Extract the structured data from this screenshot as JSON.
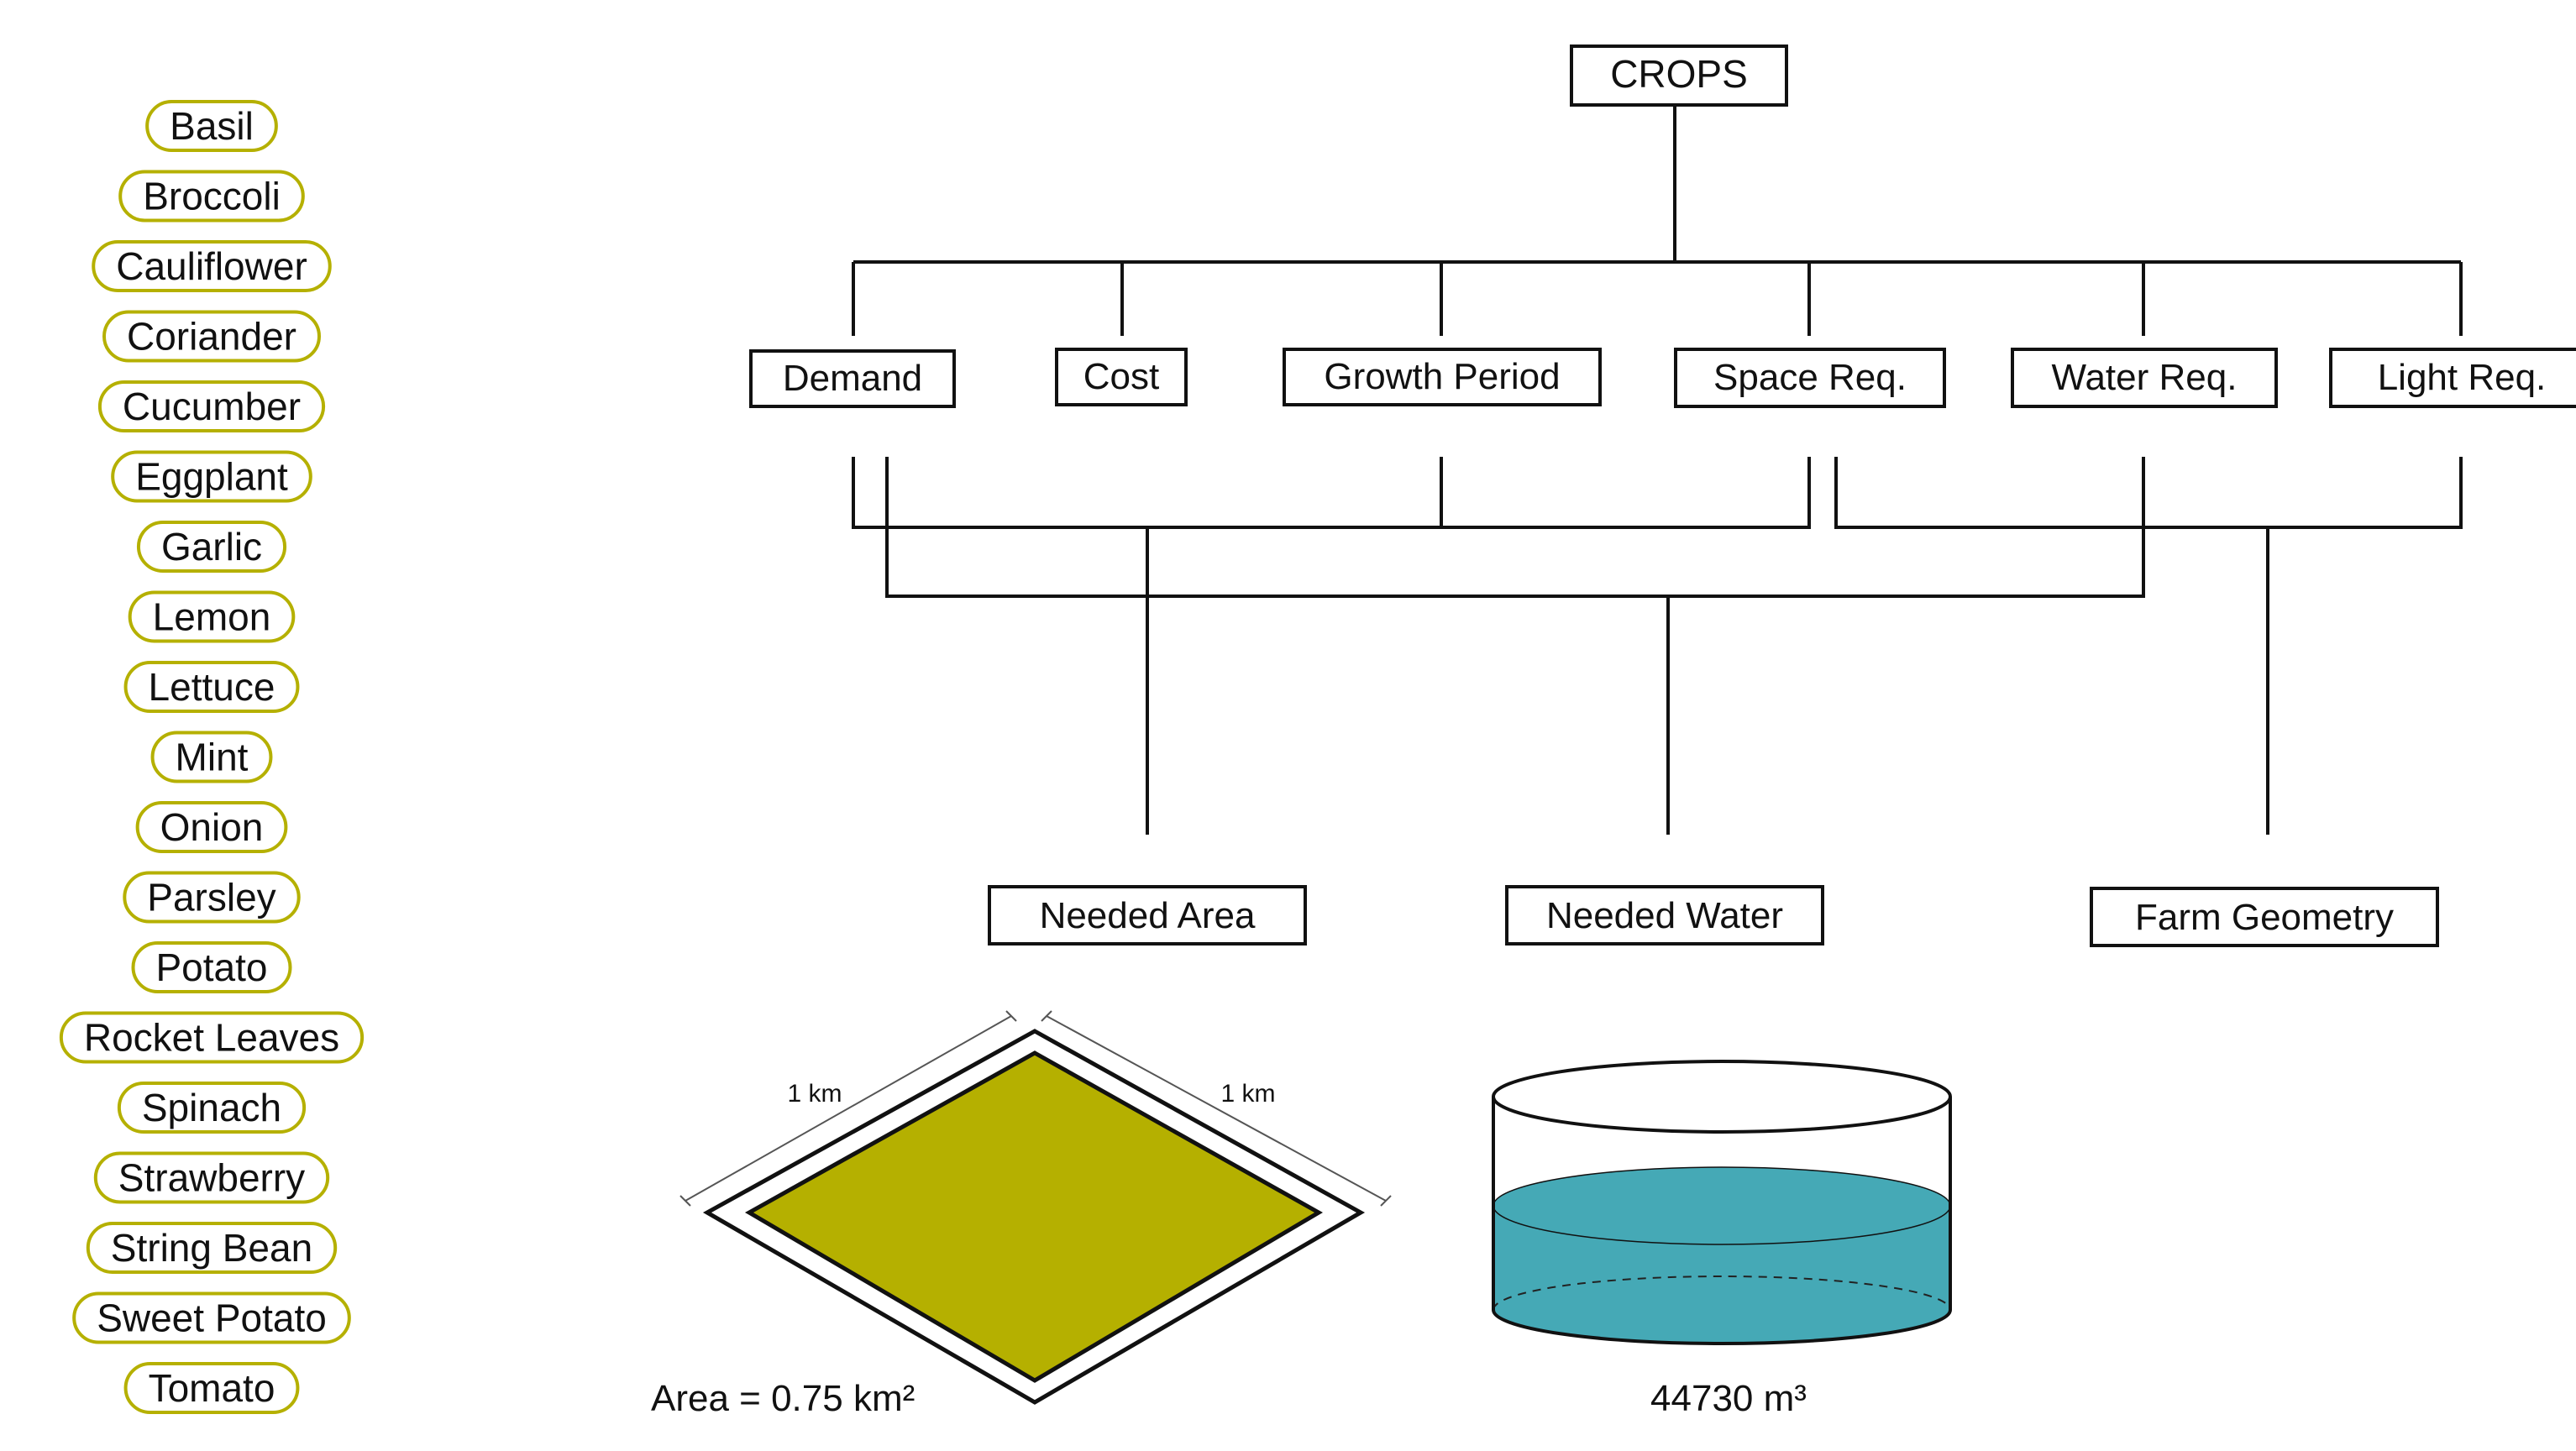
{
  "crops": [
    "Basil",
    "Broccoli",
    "Cauliflower",
    "Coriander",
    "Cucumber",
    "Eggplant",
    "Garlic",
    "Lemon",
    "Lettuce",
    "Mint",
    "Onion",
    "Parsley",
    "Potato",
    "Rocket Leaves",
    "Spinach",
    "Strawberry",
    "String Bean",
    "Sweet Potato",
    "Tomato"
  ],
  "tree": {
    "root": "CROPS",
    "factors": [
      "Demand",
      "Cost",
      "Growth Period",
      "Space Req.",
      "Water Req.",
      "Light Req."
    ],
    "outputs": [
      "Needed Area",
      "Needed Water",
      "Farm Geometry"
    ]
  },
  "area": {
    "side_a": "1 km",
    "side_b": "1 km",
    "result": "Area = 0.75 km²"
  },
  "water": {
    "result": "44730 m³"
  },
  "colors": {
    "pill_border": "#b5b000",
    "field": "#b5b000",
    "water": "#45a9b6",
    "line": "#111111"
  }
}
